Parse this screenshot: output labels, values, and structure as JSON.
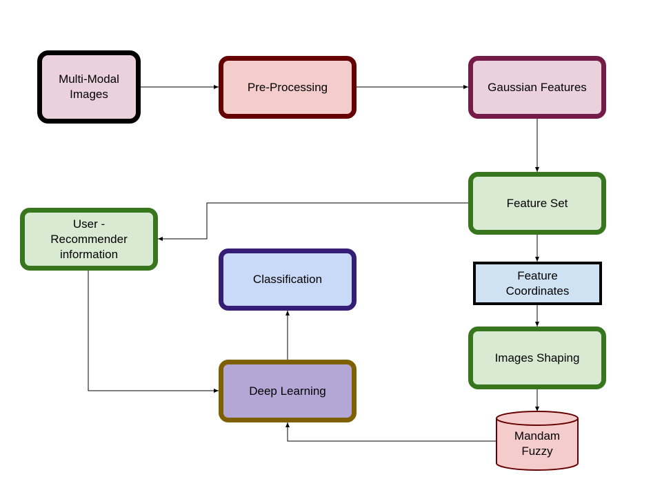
{
  "nodes": {
    "multimodal": "Multi-Modal\nImages",
    "preprocessing": "Pre-Processing",
    "gaussian": "Gaussian Features",
    "featureset": "Feature Set",
    "user": "User -\nRecommender\ninformation",
    "classification": "Classification",
    "featurecoords": "Feature\nCoordinates",
    "shaping": "Images Shaping",
    "deeplearning": "Deep Learning",
    "mandam": "Mandam\nFuzzy"
  },
  "edges": [
    {
      "from": "multimodal",
      "to": "preprocessing"
    },
    {
      "from": "preprocessing",
      "to": "gaussian"
    },
    {
      "from": "gaussian",
      "to": "featureset"
    },
    {
      "from": "featureset",
      "to": "user"
    },
    {
      "from": "featureset",
      "to": "featurecoords"
    },
    {
      "from": "featurecoords",
      "to": "shaping"
    },
    {
      "from": "shaping",
      "to": "mandam"
    },
    {
      "from": "mandam",
      "to": "deeplearning"
    },
    {
      "from": "user",
      "to": "deeplearning"
    },
    {
      "from": "deeplearning",
      "to": "classification"
    }
  ],
  "colors": {
    "multimodal_border": "#000000",
    "multimodal_fill": "#ead1dc",
    "preprocessing_border": "#660000",
    "preprocessing_fill": "#f4cccc",
    "gaussian_border": "#741b47",
    "gaussian_fill": "#ead1dc",
    "green_border": "#38761d",
    "green_fill": "#d9ead3",
    "classification_border": "#351c75",
    "classification_fill": "#c9daf8",
    "featurecoords_border": "#000000",
    "featurecoords_fill": "#cfe2f3",
    "deeplearning_border": "#7f6000",
    "deeplearning_fill": "#b4a7d6",
    "mandam_border": "#660000",
    "mandam_fill": "#f4cccc",
    "connector": "#000000"
  }
}
